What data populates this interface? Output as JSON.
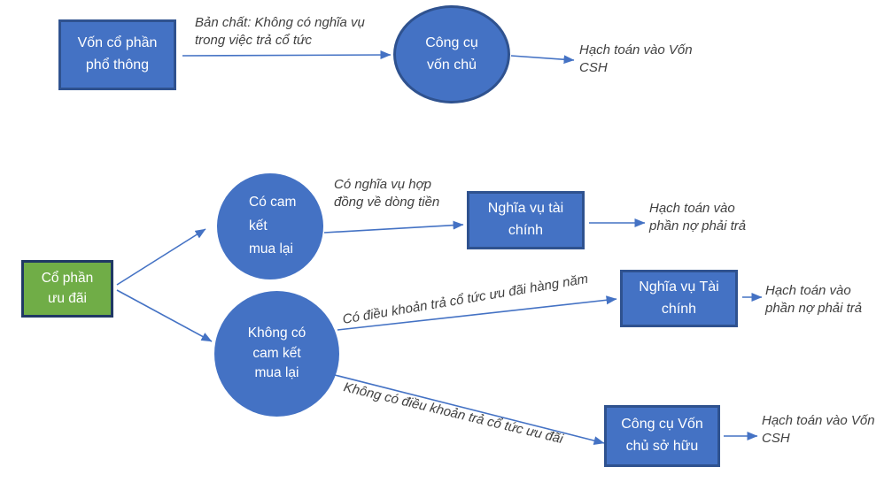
{
  "colors": {
    "blue_fill": "#4472C4",
    "blue_border": "#2F528F",
    "green_fill": "#70AD47",
    "green_border": "#203864",
    "arrow": "#4472C4",
    "label_text": "#404040"
  },
  "nodes": {
    "common_stock": [
      "Vốn cổ phần",
      "phổ thông"
    ],
    "equity_instrument": [
      "Công cụ",
      "vốn chủ"
    ],
    "preferred_stock": [
      "Cổ phần",
      "ưu đãi"
    ],
    "with_buyback_commitment": [
      "Có cam",
      "kết",
      "mua lại"
    ],
    "no_buyback_commitment": [
      "Không có",
      "cam kết",
      "mua lại"
    ],
    "financial_obligation_a": [
      "Nghĩa vụ tài",
      "chính"
    ],
    "financial_obligation_b": [
      "Nghĩa vụ Tài",
      "chính"
    ],
    "equity_instrument_owner": [
      "Công cụ Vốn",
      "chủ sở hữu"
    ]
  },
  "edge_labels": {
    "nature_no_dividend_obligation": [
      "Bản chất: Không có nghĩa vụ",
      "trong việc trả cổ tức"
    ],
    "contractual_cashflow_obligation": [
      "Có nghĩa vụ hợp",
      "đồng về dòng tiền"
    ],
    "annual_preferred_dividend_clause": "Có điều khoản trả cổ tức ưu đãi hàng năm",
    "no_preferred_dividend_clause": "Không có điều khoản trả cổ tức ưu đãi"
  },
  "outcomes": {
    "equity_csh_top": [
      "Hạch toán vào Vốn",
      "CSH"
    ],
    "liability_a": [
      "Hạch toán vào",
      "phần nợ phải trả"
    ],
    "liability_b": [
      "Hạch toán vào",
      "phần nợ phải trả"
    ],
    "equity_csh_bottom": [
      "Hạch toán vào Vốn",
      "CSH"
    ]
  }
}
